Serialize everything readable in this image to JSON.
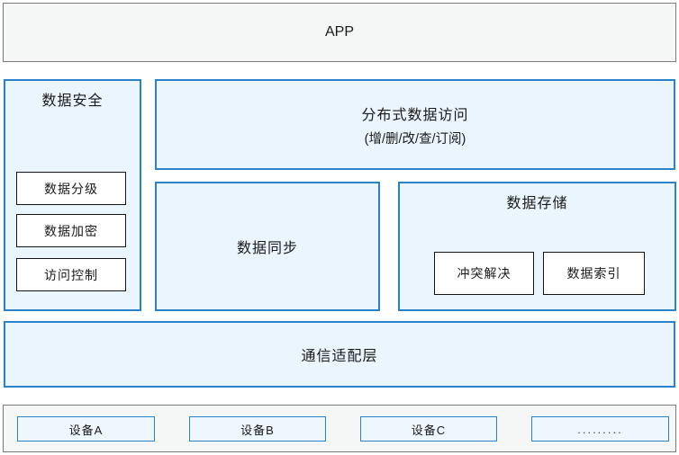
{
  "diagram": {
    "app": {
      "label": "APP"
    },
    "security": {
      "title": "数据安全",
      "items": [
        "数据分级",
        "数据加密",
        "访问控制"
      ]
    },
    "access": {
      "title": "分布式数据访问",
      "subtitle": "(增/删/改/查/订阅)"
    },
    "sync": {
      "title": "数据同步"
    },
    "storage": {
      "title": "数据存储",
      "items": [
        "冲突解决",
        "数据索引"
      ]
    },
    "comm": {
      "title": "通信适配层"
    },
    "devices": {
      "items": [
        "设备A",
        "设备B",
        "设备C",
        "........."
      ]
    }
  },
  "colors": {
    "blue_border": "#2b82c9",
    "blue_fill": "#eaf5fd",
    "device_fill": "#eef7fe",
    "gray_border": "#7a7a7a",
    "gray_fill": "#f5f6f6",
    "inner_border": "#141414"
  }
}
